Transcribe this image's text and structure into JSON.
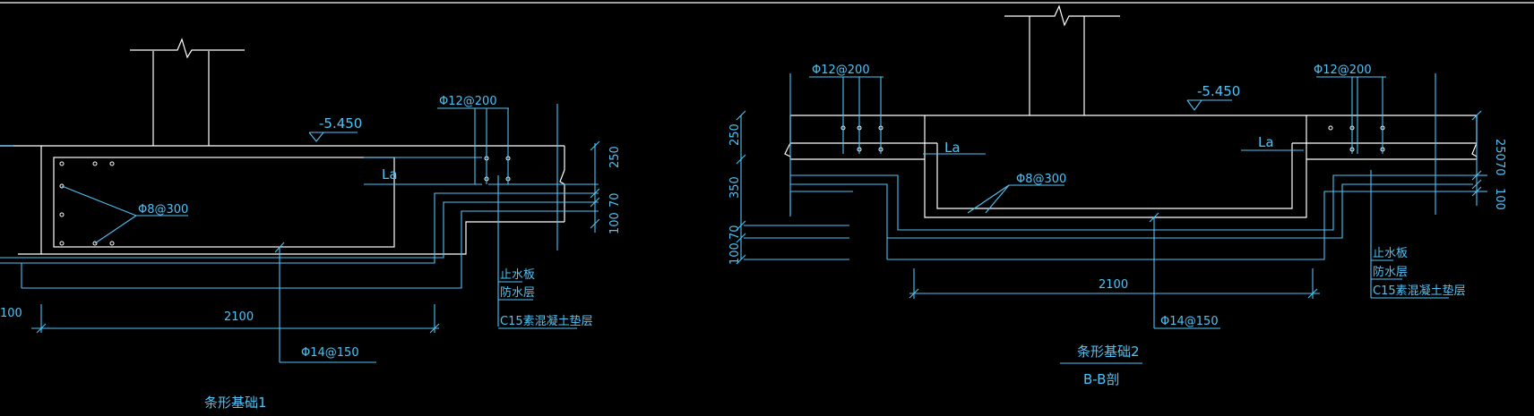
{
  "colors": {
    "background": "#000000",
    "concrete": "#ffffff",
    "annotation": "#4fc3f7"
  },
  "labels": {
    "elev_left": "-5.450",
    "elev_right": "-5.450",
    "rebar_top_left": "Φ12@200",
    "rebar_top_right_a": "Φ12@200",
    "rebar_top_right_b": "Φ12@200",
    "la_left": "La",
    "la_right_a": "La",
    "la_right_b": "La",
    "stirrup_left": "Φ8@300",
    "stirrup_right": "Φ8@300",
    "bottom_left": "Φ14@150",
    "bottom_right": "Φ14@150",
    "width_left": "2100",
    "width_right": "2100",
    "dim_250_left": "250",
    "dim_70_left": "70",
    "dim_100_left": "100",
    "dim_100_edge": "100",
    "dim_250_r_left": "250",
    "dim_350_r_left": "350",
    "dim_70_r_left": "70",
    "dim_100_r_left": "100",
    "dim_250_r_right": "250",
    "dim_70_r_right": "70",
    "dim_100_r_right": "100",
    "layer1_left": "止水板",
    "layer2_left": "防水层",
    "layer3_left": "C15素混凝土垫层",
    "layer1_right": "止水板",
    "layer2_right": "防水层",
    "layer3_right": "C15素混凝土垫层",
    "title_left": "条形基础1",
    "title_right": "条形基础2",
    "section_right": "B-B剖"
  }
}
